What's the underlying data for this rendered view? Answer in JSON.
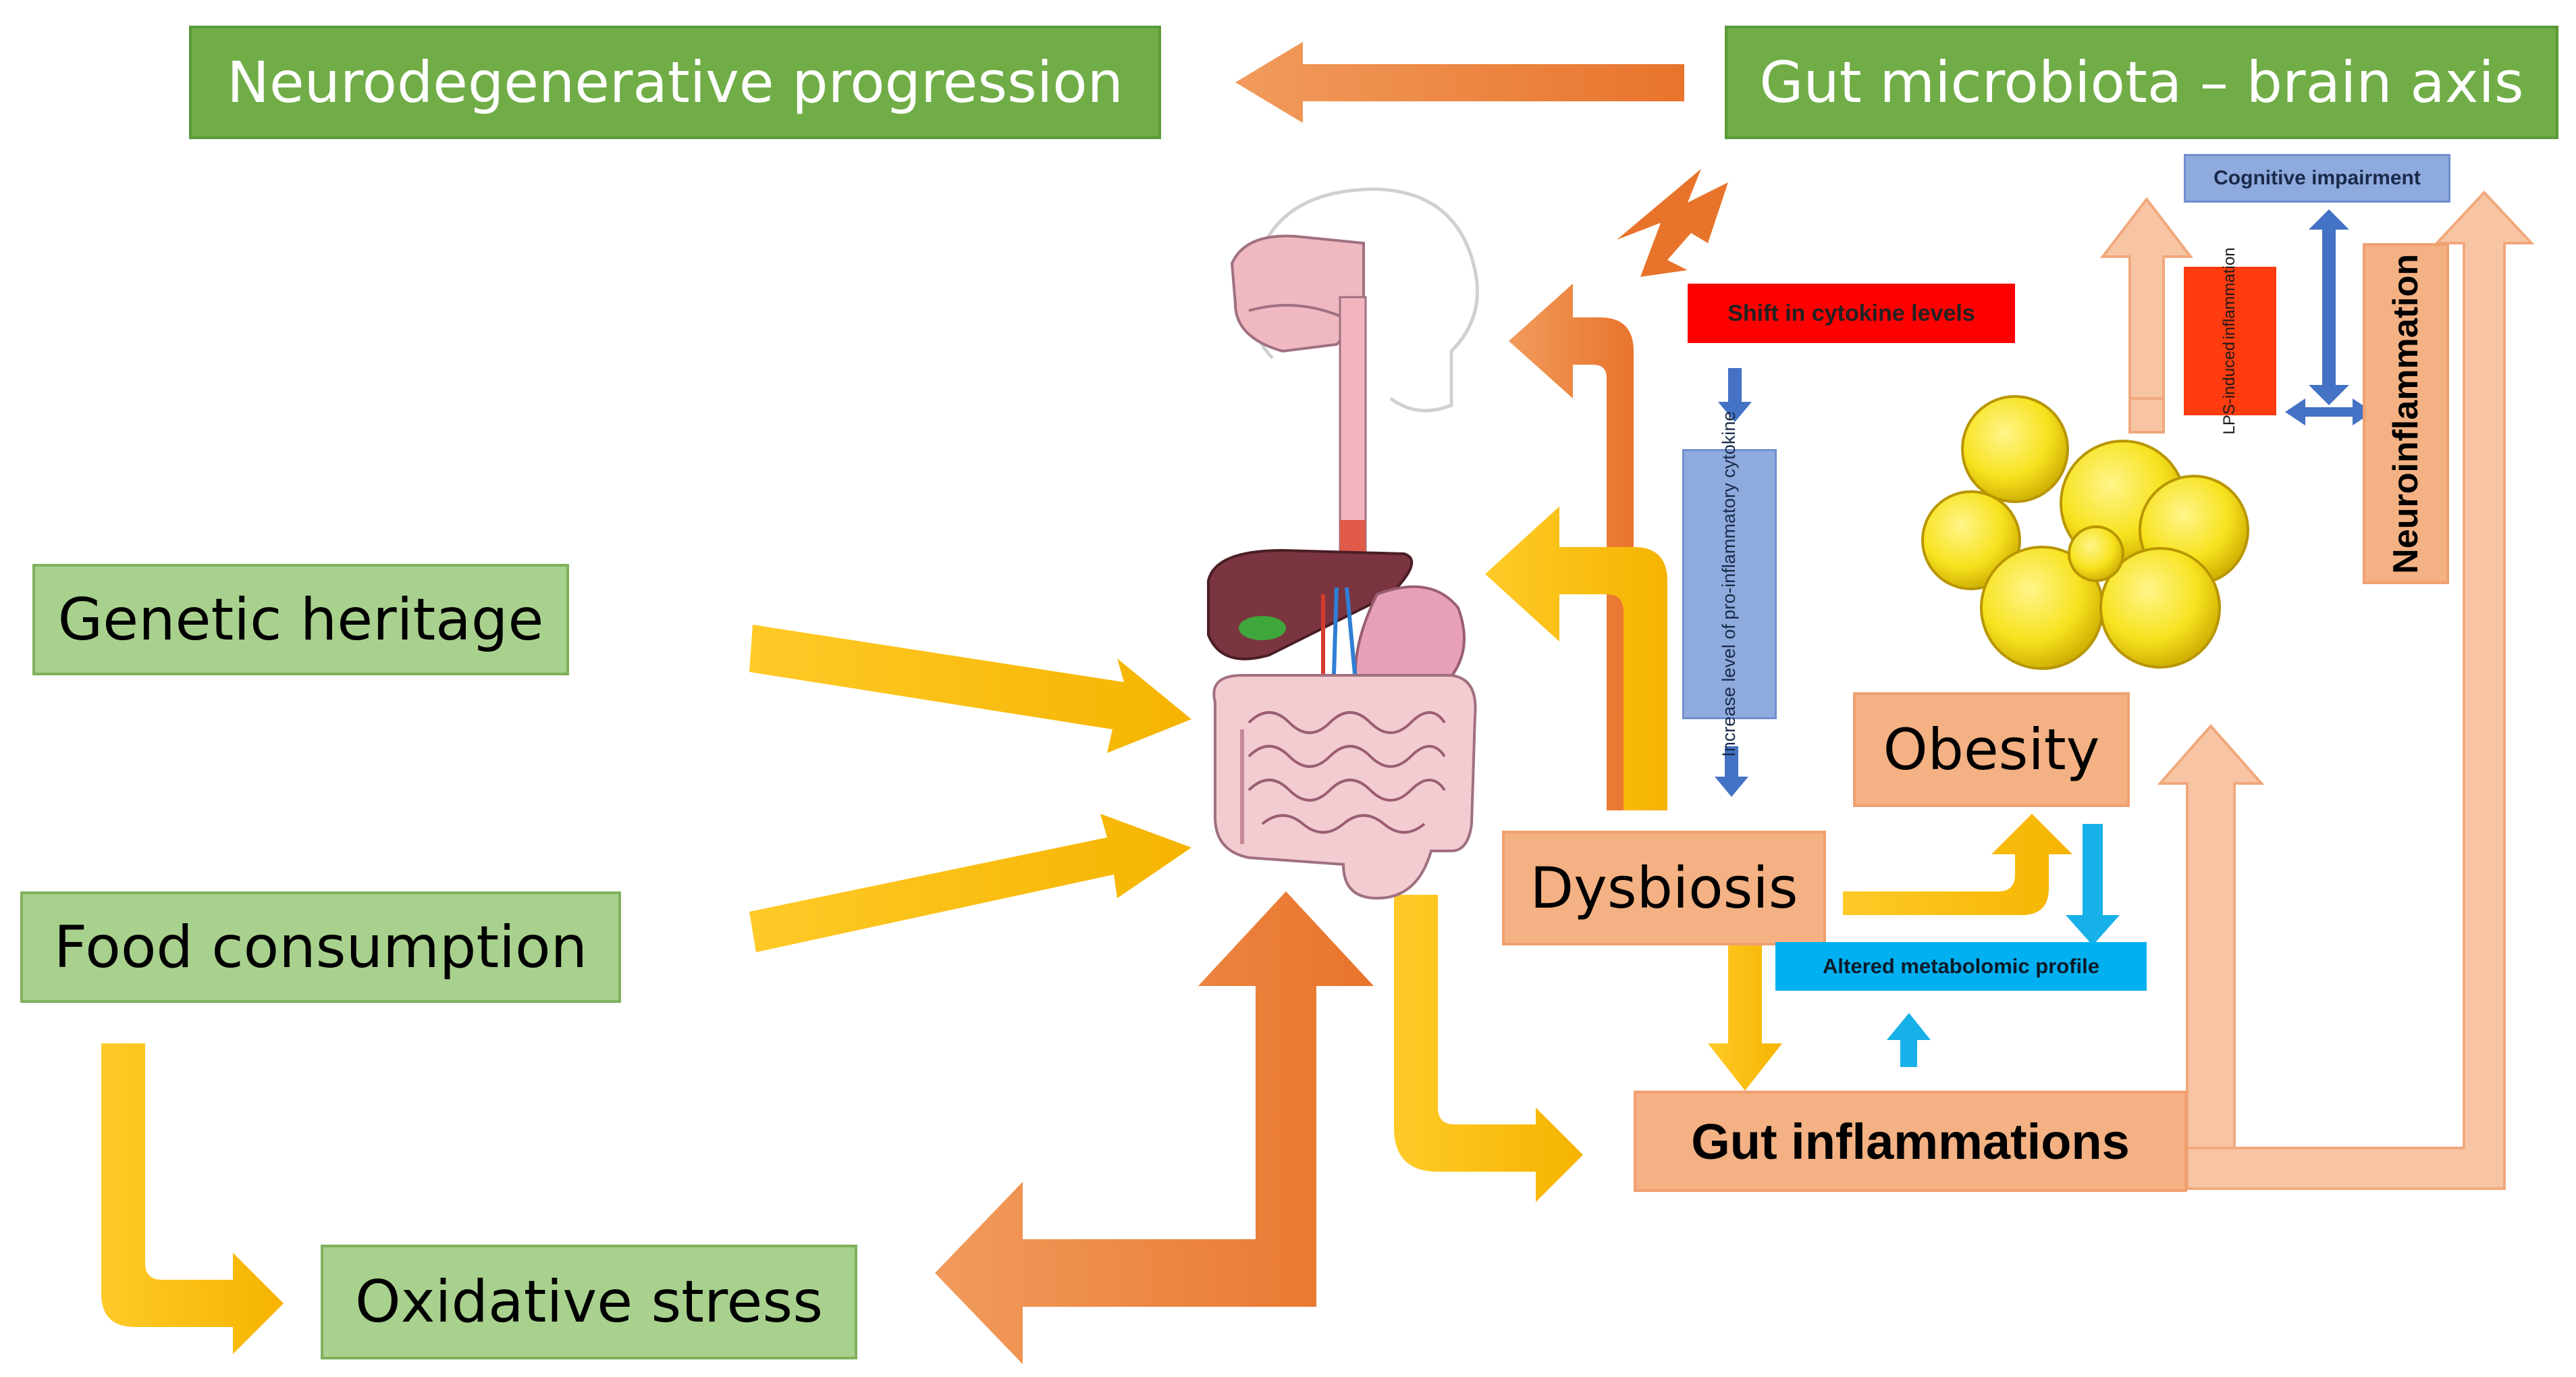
{
  "boxes": {
    "neurodegenerative": "Neurodegenerative progression",
    "gut_brain_axis": "Gut microbiota – brain axis",
    "genetic_heritage": "Genetic heritage",
    "food_consumption": "Food consumption",
    "oxidative_stress": "Oxidative stress",
    "dysbiosis": "Dysbiosis",
    "obesity": "Obesity",
    "gut_inflammations": "Gut inflammations",
    "neuroinflammation": "Neuroinflammation"
  },
  "labels": {
    "shift_cytokine": "Shift in cytokine levels",
    "increase_cytokine_line1": "Increase level of",
    "increase_cytokine_line2": "pro-inflammatory cytokine",
    "altered_metabolomic": "Altered metabolomic profile",
    "cognitive_impairment": "Cognitive impairment",
    "lps_line1": "LPS-induced",
    "lps_line2": "inflammation"
  },
  "icons": [
    "digestive-system-illustration",
    "fat-cells-illustration"
  ],
  "colors": {
    "green_dark": "#70ad47",
    "green_light": "#a9d18e",
    "salmon": "#f4b183",
    "orange_arrow": "#ed7d31",
    "yellow_arrow": "#ffc000",
    "blue_arrow": "#4472c4",
    "cyan_arrow": "#17b0e8",
    "red_label": "#ff0000",
    "blue_label": "#8faadc",
    "cyan_label": "#00b0f0"
  }
}
